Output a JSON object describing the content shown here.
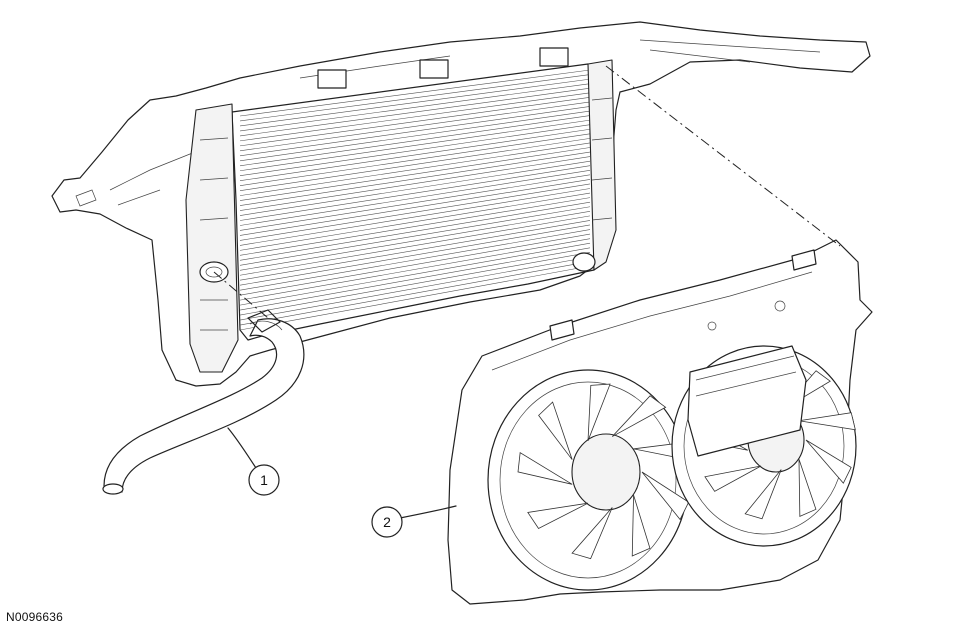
{
  "figure_id": "N0096636",
  "callouts": [
    {
      "number": "1",
      "part": "hose"
    },
    {
      "number": "2",
      "part": "fan-shroud"
    }
  ]
}
